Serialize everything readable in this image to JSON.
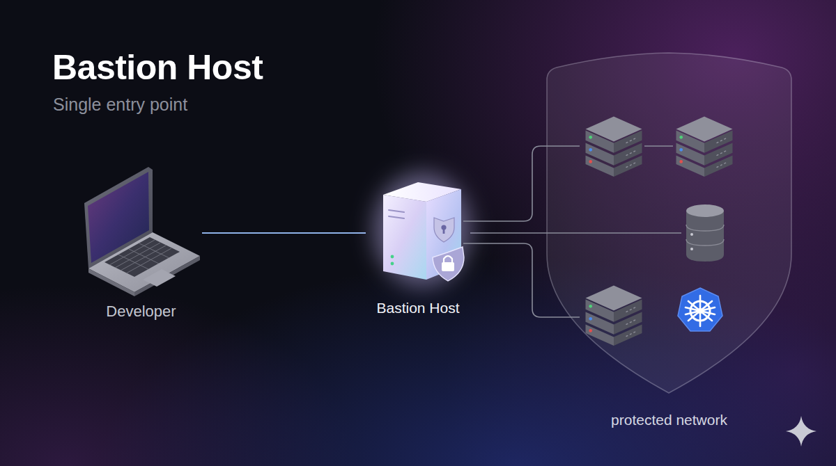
{
  "diagram": {
    "title": "Bastion Host",
    "caption": "Single entry point",
    "nodes": [
      {
        "text": [
          "Developer"
        ]
      },
      {
        "text": [
          "Bastion Host"
        ]
      },
      {
        "text": [
          "protected network"
        ]
      }
    ],
    "edges": [
      {
        "from": 0,
        "to": 1,
        "arrow": "none"
      },
      {
        "from": 1,
        "to": 2,
        "arrow": "none"
      }
    ]
  }
}
